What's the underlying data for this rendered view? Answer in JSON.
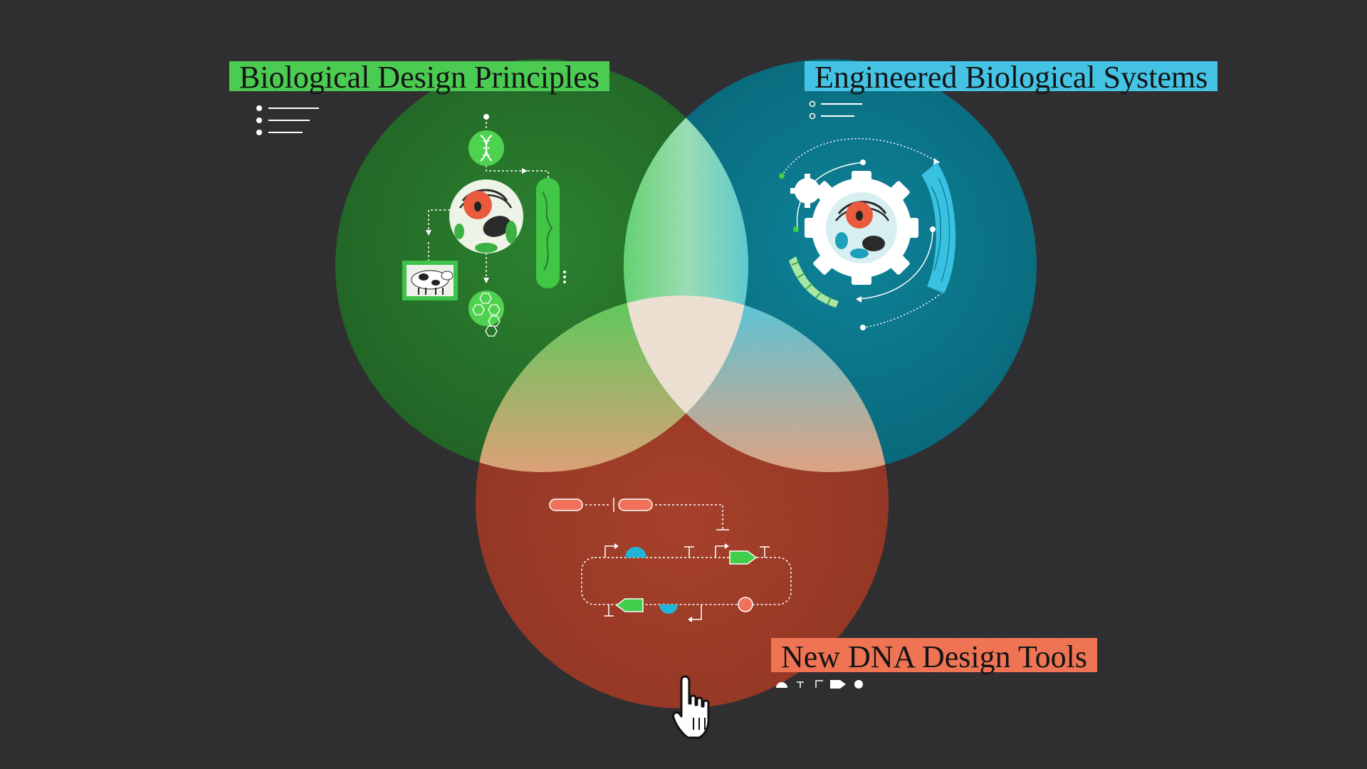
{
  "sets": [
    {
      "id": "green",
      "label": "Biological Design Principles",
      "color": "#3aa83c"
    },
    {
      "id": "blue",
      "label": "Engineered Biological Systems",
      "color": "#1aa3bd"
    },
    {
      "id": "red",
      "label": "New DNA Design Tools",
      "color": "#e2553a"
    }
  ],
  "intersection_colors": {
    "green_blue": "#8ef0c9",
    "green_red": "#f6b17d",
    "blue_red": "#bfe7ee",
    "center": "#fff7ea"
  },
  "background_color": "#343437",
  "cursor": "hand-pointer-icon"
}
